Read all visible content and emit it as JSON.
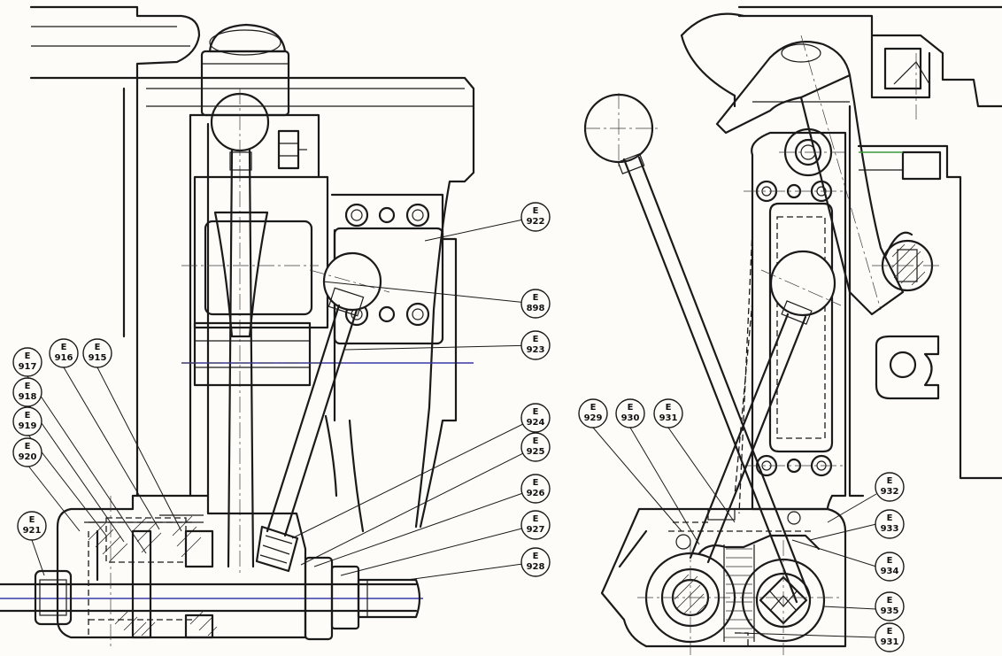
{
  "callouts": [
    {
      "id": "c922",
      "prefix": "E",
      "number": "922"
    },
    {
      "id": "c898",
      "prefix": "E",
      "number": "898"
    },
    {
      "id": "c923",
      "prefix": "E",
      "number": "923"
    },
    {
      "id": "c924",
      "prefix": "E",
      "number": "924"
    },
    {
      "id": "c925",
      "prefix": "E",
      "number": "925"
    },
    {
      "id": "c926",
      "prefix": "E",
      "number": "926"
    },
    {
      "id": "c927",
      "prefix": "E",
      "number": "927"
    },
    {
      "id": "c928",
      "prefix": "E",
      "number": "928"
    },
    {
      "id": "c917",
      "prefix": "E",
      "number": "917"
    },
    {
      "id": "c916",
      "prefix": "E",
      "number": "916"
    },
    {
      "id": "c915",
      "prefix": "E",
      "number": "915"
    },
    {
      "id": "c918",
      "prefix": "E",
      "number": "918"
    },
    {
      "id": "c919",
      "prefix": "E",
      "number": "919"
    },
    {
      "id": "c920",
      "prefix": "E",
      "number": "920"
    },
    {
      "id": "c921",
      "prefix": "E",
      "number": "921"
    },
    {
      "id": "c929",
      "prefix": "E",
      "number": "929"
    },
    {
      "id": "c930",
      "prefix": "E",
      "number": "930"
    },
    {
      "id": "c931a",
      "prefix": "E",
      "number": "931"
    },
    {
      "id": "c932",
      "prefix": "E",
      "number": "932"
    },
    {
      "id": "c933",
      "prefix": "E",
      "number": "933"
    },
    {
      "id": "c934",
      "prefix": "E",
      "number": "934"
    },
    {
      "id": "c935",
      "prefix": "E",
      "number": "935"
    },
    {
      "id": "c931b",
      "prefix": "E",
      "number": "931"
    }
  ]
}
